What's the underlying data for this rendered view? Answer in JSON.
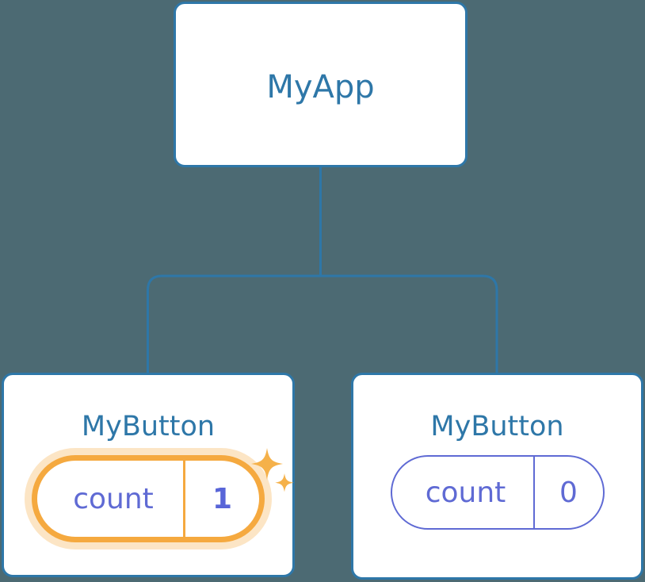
{
  "diagram": {
    "type": "component-tree",
    "background_color": "#4c6a73",
    "accent_border_color": "#2e77a8",
    "highlight_color": "#f5a93f",
    "state_text_color": "#5f6ad4",
    "root": {
      "label": "MyApp"
    },
    "children": [
      {
        "label": "MyButton",
        "state": {
          "key": "count",
          "value": "1"
        },
        "highlighted": true,
        "sparkle_icons": [
          "sparkle-large",
          "sparkle-small"
        ]
      },
      {
        "label": "MyButton",
        "state": {
          "key": "count",
          "value": "0"
        },
        "highlighted": false,
        "sparkle_icons": []
      }
    ]
  }
}
